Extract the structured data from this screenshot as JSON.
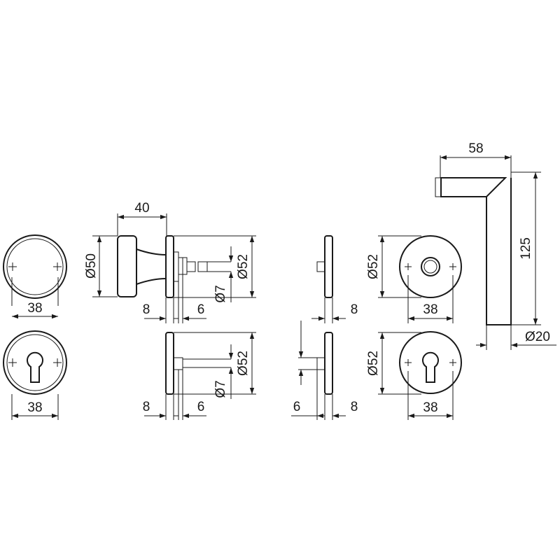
{
  "dimensions": {
    "rose_front_top": "38",
    "escutcheon_front_bottom": "38",
    "knob_length": "40",
    "knob_diameter": "Ø50",
    "knob_rose_thickness": "8",
    "knob_spindle_offset": "6",
    "spindle_diameter": "Ø7",
    "knob_rose_diameter": "Ø52",
    "bottom_rose_thickness": "8",
    "bottom_spindle_offset": "6",
    "bottom_spindle_diameter": "Ø7",
    "bottom_rose_diameter": "Ø52",
    "small_rose_thickness": "8",
    "small_rose_diameter": "Ø52",
    "cylinder_offset": "6",
    "cylinder_rose_thickness": "8",
    "cylinder_rose_diameter": "Ø52",
    "right_rose_width": "38",
    "right_escutcheon_width": "38",
    "lever_projection": "58",
    "lever_length": "125",
    "lever_diameter": "Ø20"
  }
}
